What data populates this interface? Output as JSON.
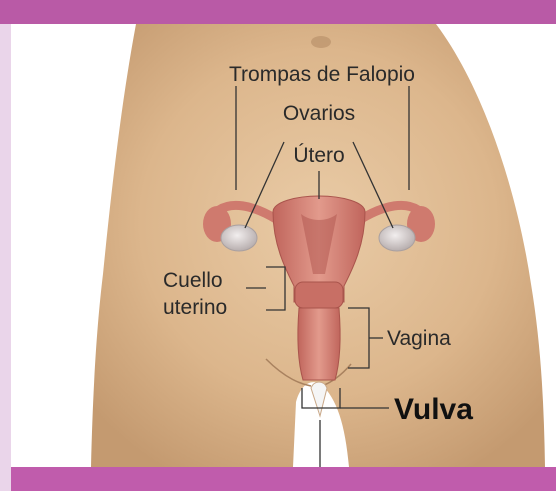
{
  "labels": {
    "fallopian_tubes": "Trompas de Falopio",
    "ovaries": "Ovarios",
    "uterus": "Útero",
    "cervix_line1": "Cuello",
    "cervix_line2": "uterino",
    "vagina": "Vagina",
    "vulva": "Vulva"
  },
  "colors": {
    "frame_band": "#b95aa6",
    "frame_side": "#ead5ea",
    "skin": "#dcb890",
    "background": "#ffffff",
    "organ": "#d2847a",
    "ovary": "#cfc8c8",
    "label_text": "#2a2a2a"
  }
}
